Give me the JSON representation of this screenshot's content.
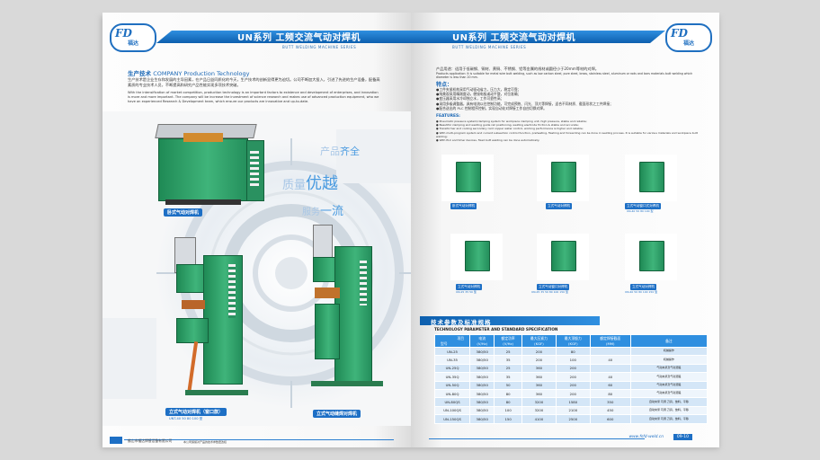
{
  "left_page": {
    "logo": {
      "mark": "FD",
      "cn": "福达"
    },
    "header_title": "UN系列 工频交流气动对焊机",
    "header_sub": "BUTT WELDING MACHINE SERIES",
    "section_title_cn": "生产技术",
    "section_title_en": "COMPANY Production Technology",
    "para_cn": "生产技术是企业生存和发展的主导因素，在产品日益同质化的今天，生产技术的创新显得更为迫切。公司不断加大投入，引进了先进的生产设备，配备高素质的专业技术人员，不断提高和研究产品性能实现多项技术突破。",
    "para_en": "With the intensification of market competition, production technology is an important factors to existence and development of enterprises, and innovation is more and more important. The company will be increase the investment of science research and makes use of advanced production equipment, who we have an experienced Research & Development team, which ensure our products are innovative and up-to-date.",
    "slogans": [
      {
        "pre": "产品",
        "em": "齐全"
      },
      {
        "pre": "质量",
        "em": "优越"
      },
      {
        "pre": "服务",
        "em": "一流"
      }
    ],
    "machines": [
      {
        "label": "卧式气动对焊机"
      },
      {
        "label": "立式气动对焊机（窗口款）",
        "sub": "UNT-40 50 80 100 型"
      },
      {
        "label": "立式气动缝焊对焊机"
      }
    ],
    "footer_company": "佛山市福达焊接设备有限公司",
    "footer_note": "本公司保留对产品的技术参数更改权"
  },
  "right_page": {
    "logo": {
      "mark": "FD",
      "cn": "福达"
    },
    "header_title": "UN系列 工频交流气动对焊机",
    "header_sub": "BUTT WELDING MACHINE SERIES",
    "usage_cn": "产品用途：适用于低碳钢、铜材、黄铜、不锈钢、铝等金属的线材或圆径小于20mm等材的对焊。",
    "usage_en": "Products application: It is suitable for metal wire butt welding, such as low carbon steel, pure steel, brass, stainless steel, aluminum or rods and bars materials butt welding which diameter is less than 20 mm.",
    "features_cn_title": "特点：",
    "features_cn": [
      "●工件夹紧机构采用气动驱动省力，压力大，稳定可靠；",
      "●纯美观采用精刚度动，便接电极或动平整，对位准确；",
      "●变压器采用水冷却独立水，工作可靠性高；",
      "●采用多级调整器，具有电流以往控制功能，可完成预热、闪光、顶大等焊接，适合不同材质、截面形状之工件焊接；",
      "●配合送出的 PLC 控制程序控制，实现自动化对焊接工作自由切换对焊。"
    ],
    "features_en_title": "FEATURES:",
    "features_en": [
      "● Pneumatic pressure system/clamping system for workpiece clamping unit, high pressure, stable and reliable;",
      "● Beautiful clamping and welding guide rail positioning, welding electrode friction & stable and accurate;",
      "● Transformer and cooling secondary card copper water control, working performance is higher and reliable;",
      "● With multi-program system and current subsection control function, preheating, flashing and forwarding can be done in welding process. It is suitable for various materials and workpiece butt welding;",
      "● With PLC and timer devices, fixed butt welding can be done automatically."
    ],
    "thumbs": [
      {
        "label": "卧式气动对焊机",
        "sub": ""
      },
      {
        "label": "立式气动对焊机",
        "sub": ""
      },
      {
        "label": "立式气动窗口式对焊机",
        "sub": "UN-40 50 80 100 型"
      },
      {
        "label": "立式气动对焊机",
        "sub": "UN-25 35 50 型"
      },
      {
        "label": "立式气动窗口对焊机",
        "sub": "UN-25 35 50 80 100 150 型"
      },
      {
        "label": "立式气动对焊机",
        "sub": "UN-40 50 80 100 150 型"
      }
    ],
    "spec_title": "技术参数及标准规格",
    "spec_sub": "TECHNOLOGY PARAMETER AND STANDARD SPECIFICATION",
    "table": {
      "headers": [
        [
          "型号",
          "项目"
        ],
        [
          "电流",
          "(V/Hz)"
        ],
        [
          "额定功率",
          "(V/Hz)"
        ],
        [
          "最大压紧力",
          "(KGF)"
        ],
        [
          "最大顶锻力",
          "(KGF)"
        ],
        [
          "额定焊接截面",
          "(MM)"
        ],
        [
          "备注",
          ""
        ]
      ],
      "rows": [
        [
          "UN-25",
          "380/50",
          "25",
          "200",
          "80",
          "",
          "机械操作"
        ],
        [
          "UN-35",
          "380/50",
          "35",
          "200",
          "100",
          "40",
          "机械操作"
        ],
        [
          "UN-25Q",
          "380/50",
          "25",
          "360",
          "200",
          "",
          "气动夹紧及气动顶锻"
        ],
        [
          "UN-35Q",
          "380/50",
          "35",
          "360",
          "200",
          "40",
          "气动夹紧及气动顶锻"
        ],
        [
          "UN-50Q",
          "380/50",
          "50",
          "360",
          "200",
          "60",
          "气动夹紧及气动顶锻"
        ],
        [
          "UN-80Q",
          "380/50",
          "80",
          "360",
          "200",
          "80",
          "气动夹紧及气动顶锻"
        ],
        [
          "UN-80QS",
          "380/50",
          "80",
          "3200",
          "1580",
          "350",
          "自动夹紧 可调 刀具，放料，平移"
        ],
        [
          "UN-100QS",
          "380/50",
          "100",
          "3200",
          "2100",
          "450",
          "自动夹紧 可调 刀具，放料，平移"
        ],
        [
          "UN-150QS",
          "380/50",
          "150",
          "4100",
          "2500",
          "600",
          "自动夹紧 可调 刀具，放料，平移"
        ]
      ]
    },
    "url": "www.fsfd-weld.cn",
    "page_number": "09-10"
  },
  "colors": {
    "brand_blue": "#1d6fc5",
    "machine_green": "#2e9e68",
    "table_header": "#2f8fe0"
  }
}
